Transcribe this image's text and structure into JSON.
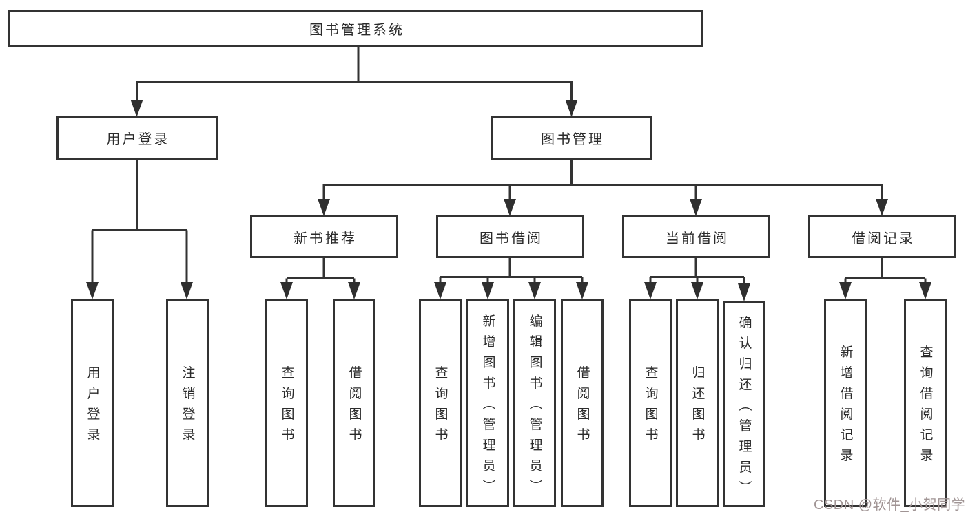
{
  "diagram": {
    "root": "图书管理系统",
    "level2": {
      "user_login": "用户登录",
      "book_mgmt": "图书管理"
    },
    "level3": {
      "new_book_rec": "新书推荐",
      "book_borrow": "图书借阅",
      "current_borrow": "当前借阅",
      "borrow_records": "借阅记录"
    },
    "leaves": {
      "user_login": [
        "用户登录",
        "注销登录"
      ],
      "new_book_rec": [
        "查询图书",
        "借阅图书"
      ],
      "book_borrow": [
        "查询图书",
        "新增图书（管理员）",
        "编辑图书（管理员）",
        "借阅图书"
      ],
      "current_borrow": [
        "查询图书",
        "归还图书",
        "确认归还（管理员）"
      ],
      "borrow_records": [
        "新增借阅记录",
        "查询借阅记录"
      ]
    }
  },
  "watermark": "CSDN @软件_小贺同学",
  "colors": {
    "line": "#333333",
    "text": "#2b2b2b",
    "box_background": "#ffffff",
    "watermark": "#a09494"
  }
}
